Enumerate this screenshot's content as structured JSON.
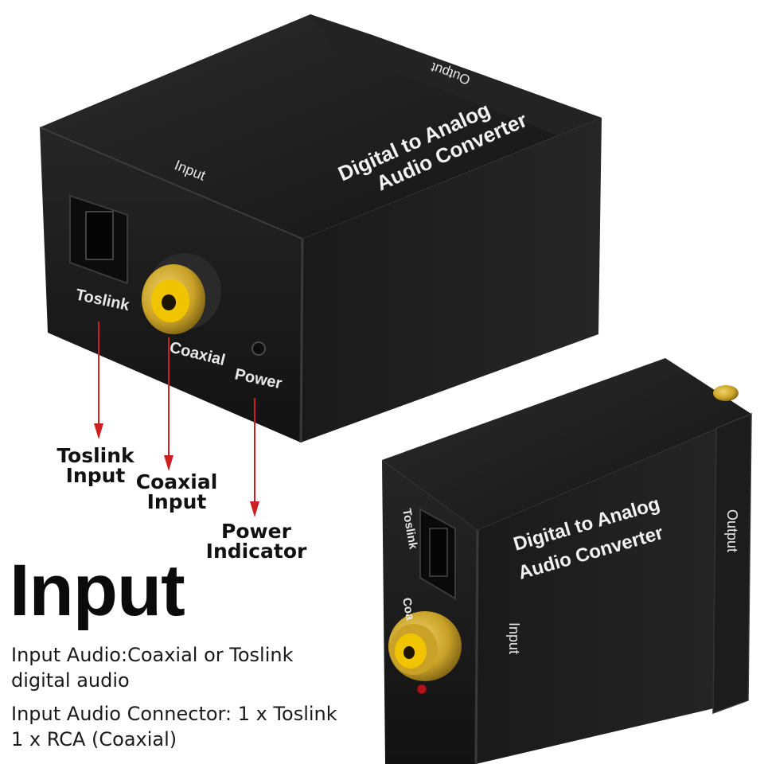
{
  "device_top": {
    "brand_line1": "Digital  to Analog",
    "brand_line2": "Audio Converter",
    "output_label": "Output",
    "input_label": "Input",
    "toslink_label": "Toslink",
    "coaxial_label": "Coaxial",
    "power_label": "Power"
  },
  "device_bottom": {
    "brand_line1": "Digital to Analog",
    "brand_line2": "Audio Converter",
    "output_label": "Output",
    "input_label": "Input",
    "toslink_label": "Toslink",
    "coaxial_label": "Coa"
  },
  "callouts": {
    "toslink": [
      "Toslink",
      "Input"
    ],
    "coaxial": [
      "Coaxial",
      "Input"
    ],
    "power": [
      "Power",
      "Indicator"
    ]
  },
  "heading": "Input",
  "specs": [
    "Input Audio:Coaxial or Toslink",
    "digital audio",
    "Input Audio Connector:   1 x Toslink",
    "1 x RCA (Coaxial)"
  ],
  "colors": {
    "device_body": "#1e1e1e",
    "connector_gold": "#c9a227",
    "connector_yellow": "#f0c400",
    "arrow_red": "#cc1f1f"
  }
}
